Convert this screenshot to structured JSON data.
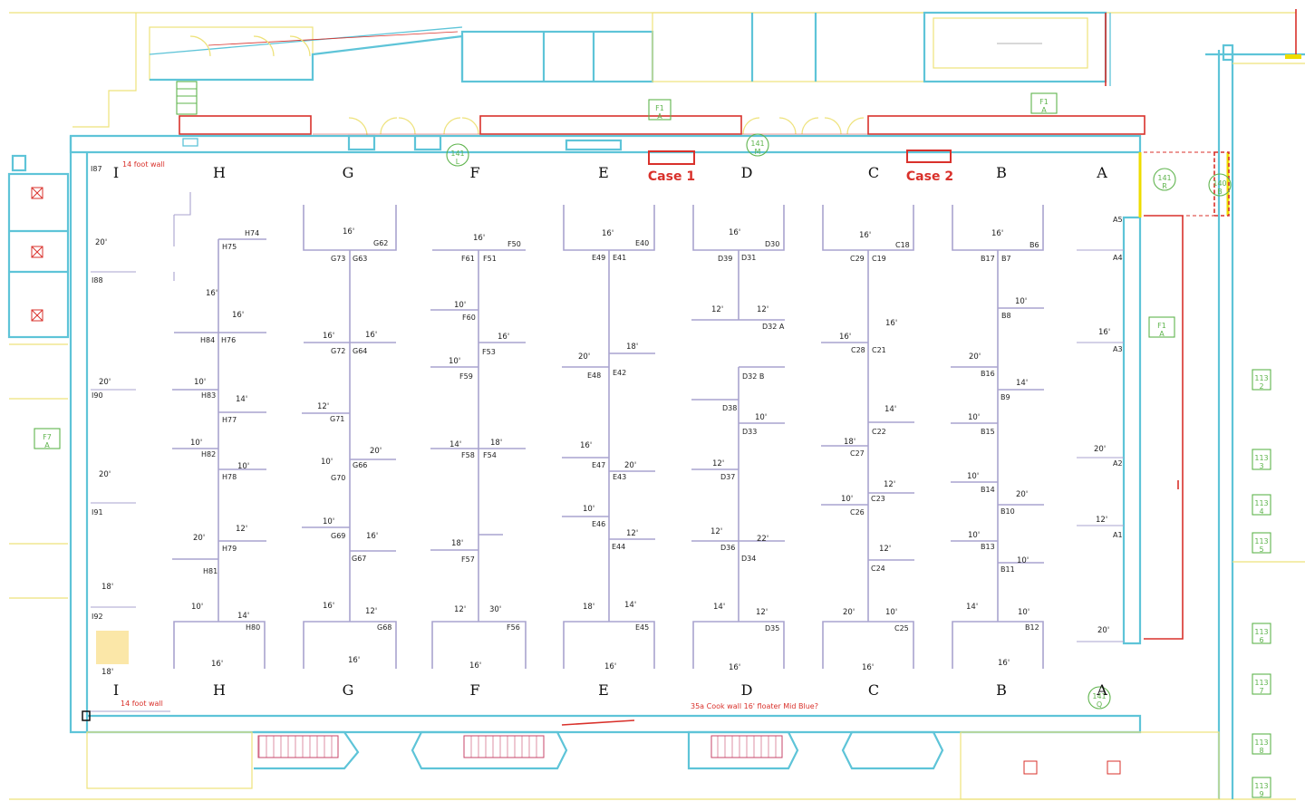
{
  "columns_top": [
    "I",
    "H",
    "G",
    "F",
    "E",
    "D",
    "C",
    "B",
    "A"
  ],
  "columns_bottom": [
    "I",
    "H",
    "G",
    "F",
    "E",
    "D",
    "C",
    "B",
    "A"
  ],
  "cases": [
    "Case 1",
    "Case 2"
  ],
  "notes": {
    "wall_top": "14 foot wall",
    "wall_bottom": "14 foot wall",
    "cook_wall": "35a Cook wall 16' floater  Mid Blue?"
  },
  "markers": {
    "m141L": "141\nL",
    "m141M": "141\nM",
    "m141R": "141\nR",
    "m140B": "140\nB",
    "m141Q": "141\nQ",
    "f1a": "F1\nA",
    "f1b": "F1\nA",
    "f1c": "F1\nA",
    "f7": "F7\nA",
    "r1": "113\n2",
    "r2": "113\n3",
    "r3": "113\n4",
    "r4": "113\n5",
    "r5": "113\n6",
    "r6": "113\n7",
    "r7": "113\n8",
    "r8": "113\n9"
  },
  "booths": [
    {
      "id": "I87",
      "label": "I87"
    },
    {
      "id": "I88",
      "label": "I88"
    },
    {
      "id": "I90",
      "label": "I90"
    },
    {
      "id": "I91",
      "label": "I91"
    },
    {
      "id": "I92",
      "label": "I92"
    },
    {
      "id": "H74",
      "label": "H74"
    },
    {
      "id": "H75",
      "label": "H75"
    },
    {
      "id": "H76",
      "label": "H76"
    },
    {
      "id": "H84",
      "label": "H84"
    },
    {
      "id": "H83",
      "label": "H83"
    },
    {
      "id": "H77",
      "label": "H77"
    },
    {
      "id": "H82",
      "label": "H82"
    },
    {
      "id": "H78",
      "label": "H78"
    },
    {
      "id": "H79",
      "label": "H79"
    },
    {
      "id": "H81",
      "label": "H81"
    },
    {
      "id": "H80",
      "label": "H80"
    },
    {
      "id": "G62",
      "label": "G62"
    },
    {
      "id": "G73",
      "label": "G73"
    },
    {
      "id": "G63",
      "label": "G63"
    },
    {
      "id": "G72",
      "label": "G72"
    },
    {
      "id": "G64",
      "label": "G64"
    },
    {
      "id": "G71",
      "label": "G71"
    },
    {
      "id": "G70",
      "label": "G70"
    },
    {
      "id": "G66",
      "label": "G66"
    },
    {
      "id": "G69",
      "label": "G69"
    },
    {
      "id": "G67",
      "label": "G67"
    },
    {
      "id": "G68",
      "label": "G68"
    },
    {
      "id": "F50",
      "label": "F50"
    },
    {
      "id": "F61",
      "label": "F61"
    },
    {
      "id": "F51",
      "label": "F51"
    },
    {
      "id": "F60",
      "label": "F60"
    },
    {
      "id": "F53",
      "label": "F53"
    },
    {
      "id": "F59",
      "label": "F59"
    },
    {
      "id": "F58",
      "label": "F58"
    },
    {
      "id": "F54",
      "label": "F54"
    },
    {
      "id": "F57",
      "label": "F57"
    },
    {
      "id": "F56",
      "label": "F56"
    },
    {
      "id": "E40",
      "label": "E40"
    },
    {
      "id": "E49",
      "label": "E49"
    },
    {
      "id": "E41",
      "label": "E41"
    },
    {
      "id": "E48",
      "label": "E48"
    },
    {
      "id": "E42",
      "label": "E42"
    },
    {
      "id": "E47",
      "label": "E47"
    },
    {
      "id": "E43",
      "label": "E43"
    },
    {
      "id": "E46",
      "label": "E46"
    },
    {
      "id": "E44",
      "label": "E44"
    },
    {
      "id": "E45",
      "label": "E45"
    },
    {
      "id": "D30",
      "label": "D30"
    },
    {
      "id": "D39",
      "label": "D39"
    },
    {
      "id": "D31",
      "label": "D31"
    },
    {
      "id": "D32A",
      "label": "D32 A"
    },
    {
      "id": "D32B",
      "label": "D32 B"
    },
    {
      "id": "D38",
      "label": "D38"
    },
    {
      "id": "D33",
      "label": "D33"
    },
    {
      "id": "D37",
      "label": "D37"
    },
    {
      "id": "D36",
      "label": "D36"
    },
    {
      "id": "D34",
      "label": "D34"
    },
    {
      "id": "D35",
      "label": "D35"
    },
    {
      "id": "C18",
      "label": "C18"
    },
    {
      "id": "C29",
      "label": "C29"
    },
    {
      "id": "C19",
      "label": "C19"
    },
    {
      "id": "C28",
      "label": "C28"
    },
    {
      "id": "C21",
      "label": "C21"
    },
    {
      "id": "C27",
      "label": "C27"
    },
    {
      "id": "C22",
      "label": "C22"
    },
    {
      "id": "C26",
      "label": "C26"
    },
    {
      "id": "C23",
      "label": "C23"
    },
    {
      "id": "C24",
      "label": "C24"
    },
    {
      "id": "C25",
      "label": "C25"
    },
    {
      "id": "B6",
      "label": "B6"
    },
    {
      "id": "B17",
      "label": "B17"
    },
    {
      "id": "B7",
      "label": "B7"
    },
    {
      "id": "B8",
      "label": "B8"
    },
    {
      "id": "B16",
      "label": "B16"
    },
    {
      "id": "B9",
      "label": "B9"
    },
    {
      "id": "B15",
      "label": "B15"
    },
    {
      "id": "B14",
      "label": "B14"
    },
    {
      "id": "B10",
      "label": "B10"
    },
    {
      "id": "B13",
      "label": "B13"
    },
    {
      "id": "B11",
      "label": "B11"
    },
    {
      "id": "B12",
      "label": "B12"
    },
    {
      "id": "A5",
      "label": "A5"
    },
    {
      "id": "A4",
      "label": "A4"
    },
    {
      "id": "A3",
      "label": "A3"
    },
    {
      "id": "A2",
      "label": "A2"
    },
    {
      "id": "A1",
      "label": "A1"
    }
  ],
  "dimensions": [
    "20'",
    "20'",
    "20'",
    "18'",
    "18'",
    "16'",
    "16'",
    "10'",
    "14'",
    "10'",
    "10'",
    "20'",
    "12'",
    "10'",
    "14'",
    "16'",
    "16'",
    "16'",
    "16'",
    "12'",
    "10'",
    "20'",
    "10'",
    "16'",
    "16'",
    "12'",
    "16'",
    "16'",
    "10'",
    "16'",
    "10'",
    "14'",
    "18'",
    "18'",
    "12'",
    "30'",
    "16'",
    "16'",
    "18'",
    "20'",
    "16'",
    "20'",
    "10'",
    "12'",
    "18'",
    "14'",
    "16'",
    "16'",
    "12'",
    "12'",
    "10'",
    "12'",
    "12'",
    "22'",
    "14'",
    "12'",
    "16'",
    "16'",
    "16'",
    "16'",
    "14'",
    "18'",
    "12'",
    "10'",
    "12'",
    "20'",
    "10'",
    "16'",
    "16'",
    "10'",
    "20'",
    "14'",
    "10'",
    "10'",
    "20'",
    "10'",
    "10'",
    "14'",
    "10'",
    "16'",
    "16'",
    "20'",
    "12'",
    "20'"
  ]
}
